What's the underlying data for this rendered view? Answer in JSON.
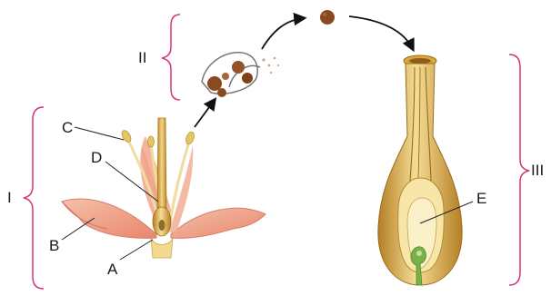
{
  "labels": {
    "A": "A",
    "B": "B",
    "C": "C",
    "D": "D",
    "E": "E",
    "stage_1": "I",
    "stage_2": "II",
    "stage_3": "III"
  },
  "colors": {
    "bracket": "#d6337f",
    "petal": "#f0a58c",
    "petal_dark": "#d97e6a",
    "stamen": "#efd98c",
    "anther": "#e3c766",
    "pistil": "#c99a3a",
    "pollen": "#8a4a1f",
    "ovary": "#d9a83a",
    "ovary_light": "#f2d685",
    "embryo": "#78b04a",
    "arrow": "#111111",
    "leader": "#222222"
  }
}
